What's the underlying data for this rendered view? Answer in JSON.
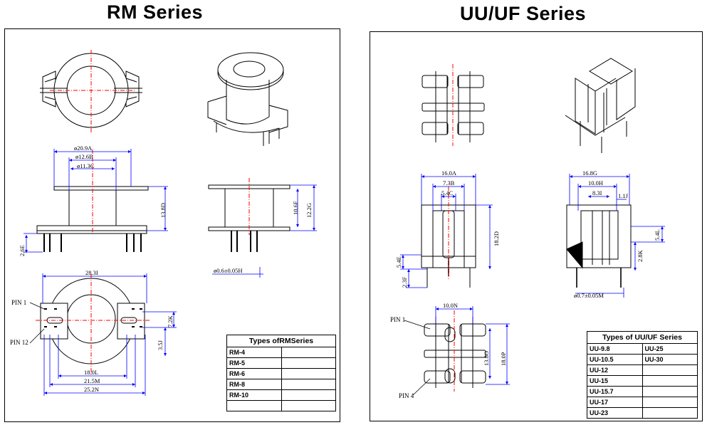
{
  "titles": {
    "rm": "RM Series",
    "uu": "UU/UF Series"
  },
  "rm": {
    "dims": {
      "a": "ø20.9A",
      "b": "ø12.6B",
      "c": "ø11.3C",
      "d": "13.8D",
      "e": "2.6E",
      "f": "10.6F",
      "g": "12.2G",
      "h": "ø0.6±0.05H",
      "i": "28.3I",
      "j": "3.5J",
      "k": "7.2K",
      "l": "18.0L",
      "m": "21.5M",
      "n": "25.2N"
    },
    "pins": {
      "pin1": "PIN 1",
      "pin12": "PIN 12"
    },
    "table": {
      "title": "Types ofRMSeries",
      "rows": [
        [
          "RM-4",
          ""
        ],
        [
          "RM-5",
          ""
        ],
        [
          "RM-6",
          ""
        ],
        [
          "RM-8",
          ""
        ],
        [
          "RM-10",
          ""
        ],
        [
          "",
          ""
        ]
      ]
    }
  },
  "uu": {
    "dims": {
      "a": "16.0A",
      "b": "7.3B",
      "c": "5.4C",
      "d": "18.2D",
      "e": "5.4E",
      "f": "2.3F",
      "g": "16.8G",
      "h": "10.0H",
      "i": "8.3I",
      "j": "1.1J",
      "k": "2.8K",
      "l": "5.4L",
      "m": "ø0.7±0.05M",
      "n": "10.0N",
      "o": "13.8O",
      "p": "18.0P"
    },
    "pins": {
      "pin1": "PIN 1",
      "pin4": "PIN 4"
    },
    "table": {
      "title": "Types of UU/UF Series",
      "rows": [
        [
          "UU-9.8",
          "UU-25"
        ],
        [
          "UU-10.5",
          "UU-30"
        ],
        [
          "UU-12",
          ""
        ],
        [
          "UU-15",
          ""
        ],
        [
          "UU-15.7",
          ""
        ],
        [
          "UU-17",
          ""
        ],
        [
          "UU-23",
          ""
        ]
      ]
    }
  },
  "colors": {
    "centerline": "#ff0000",
    "dimension": "#0000ff",
    "outline": "#000000"
  }
}
